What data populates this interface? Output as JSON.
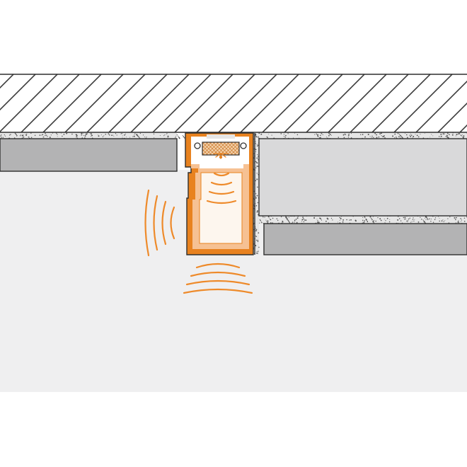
{
  "diagram": {
    "kind": "cross-section",
    "colors": {
      "background": "#ffffff",
      "floor": "#efeff0",
      "hatch_stroke": "#3a3a3a",
      "mortar_fill": "#e6e6e6",
      "mortar_dot": "#555555",
      "tile_fill": "#b3b3b4",
      "tile_light": "#d9d9da",
      "outline": "#2f2f2f",
      "profile_orange": "#e8821f",
      "profile_light": "#f6c193",
      "profile_inner": "#fbe2c8",
      "led_pattern": "#c9772a",
      "light_wave": "#ee8a2a"
    },
    "icons": [
      "hatched-substrate",
      "mortar-bed",
      "tile",
      "led-profile",
      "led-strip",
      "light-waves",
      "led-glow-icon"
    ]
  }
}
